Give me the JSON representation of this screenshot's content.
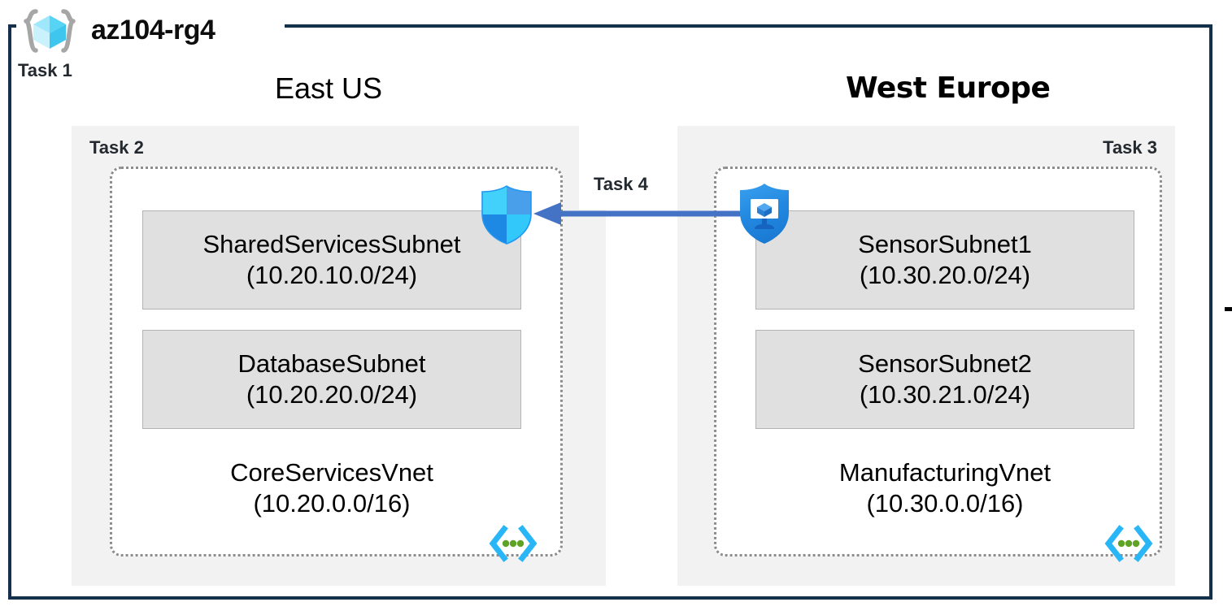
{
  "diagram": {
    "resource_group": {
      "name": "az104-rg4",
      "icon": "resource-group-cube-icon",
      "task_label": "Task 1",
      "border_color": "#15304D"
    },
    "regions": [
      {
        "id": "east-us",
        "heading": "East US",
        "task_label": "Task 2",
        "background": "#F2F2F2",
        "vnet": {
          "name": "CoreServicesVnet",
          "cidr": "(10.20.0.0/16)",
          "icon": "virtual-network-icon",
          "subnets": [
            {
              "name": "SharedServicesSubnet",
              "cidr": "(10.20.10.0/24)"
            },
            {
              "name": "DatabaseSubnet",
              "cidr": "(10.20.20.0/24)"
            }
          ],
          "attached_icon": "network-security-group-shield-icon"
        }
      },
      {
        "id": "west-europe",
        "heading": "West Europe",
        "task_label": "Task 3",
        "background": "#F2F2F2",
        "vnet": {
          "name": "ManufacturingVnet",
          "cidr": "(10.30.0.0/16)",
          "icon": "virtual-network-icon",
          "subnets": [
            {
              "name": "SensorSubnet1",
              "cidr": "(10.30.20.0/24)"
            },
            {
              "name": "SensorSubnet2",
              "cidr": "(10.30.21.0/24)"
            }
          ],
          "attached_icon": "bastion-shield-monitor-icon"
        }
      }
    ],
    "connection": {
      "task_label": "Task 4",
      "direction": "right-to-left",
      "color": "#4472C4"
    },
    "colors": {
      "frame": "#15304D",
      "region_fill": "#F2F2F2",
      "subnet_fill": "#E0E0E0",
      "subnet_border": "#B3B3B3",
      "vnet_border": "#8C8C8C",
      "arrow": "#4472C4",
      "task_text": "#23292E",
      "azure_cyan": "#32C8FA",
      "azure_blue": "#1E88E5",
      "vnet_icon_green": "#5EA226"
    }
  }
}
